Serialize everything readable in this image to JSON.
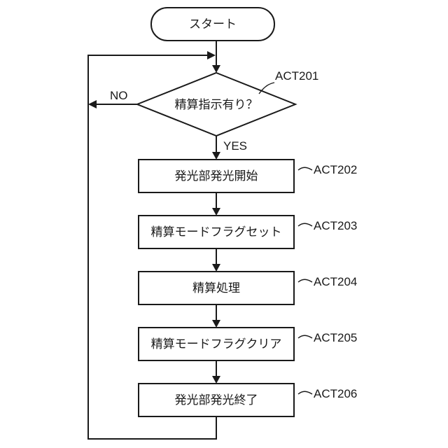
{
  "flowchart": {
    "start": {
      "label": "スタート"
    },
    "decision": {
      "label": "精算指示有り？",
      "step_id": "ACT201"
    },
    "yes_label": "YES",
    "no_label": "NO",
    "steps": [
      {
        "label": "発光部発光開始",
        "step_id": "ACT202"
      },
      {
        "label": "精算モードフラグセット",
        "step_id": "ACT203"
      },
      {
        "label": "精算処理",
        "step_id": "ACT204"
      },
      {
        "label": "精算モードフラグクリア",
        "step_id": "ACT205"
      },
      {
        "label": "発光部発光終了",
        "step_id": "ACT206"
      }
    ]
  }
}
